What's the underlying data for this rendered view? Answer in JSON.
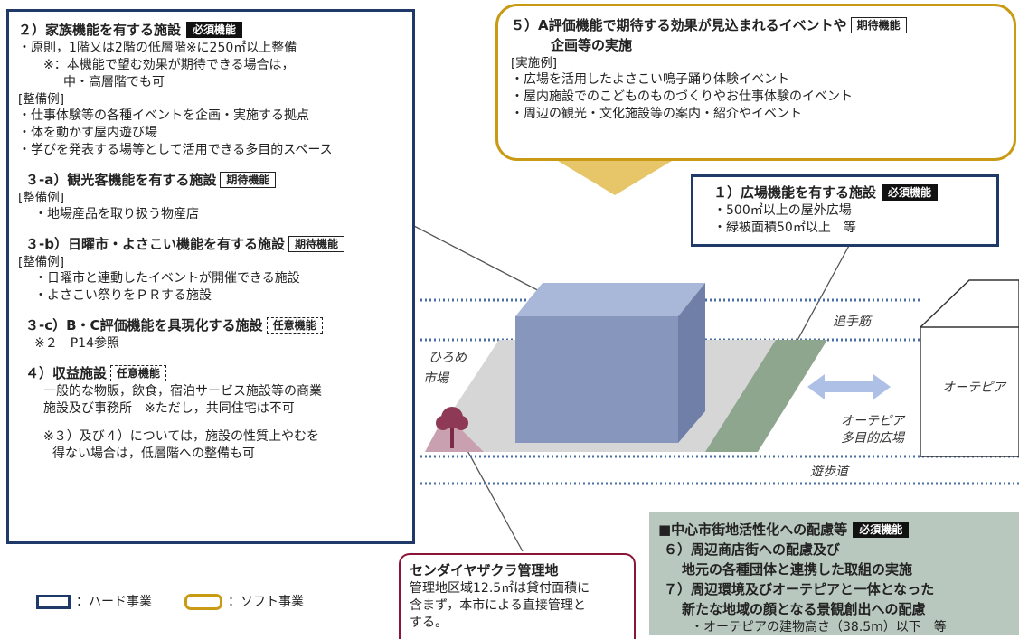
{
  "left_box": {
    "title": "２）家族機能を有する施設",
    "title_badge": "必須機能",
    "p1": "・原則，1階又は2階の低層階※に250㎡以上整備",
    "p2": "※：本機能で望む効果が期待できる場合は，",
    "p3": "中・高層階でも可",
    "ex_label": "[整備例]",
    "ex1": "・仕事体験等の各種イベントを企画・実施する拠点",
    "ex2": "・体を動かす屋内遊び場",
    "ex3": "・学びを発表する場等として活用できる多目的スペース",
    "s3a_title": "３-a）観光客機能を有する施設",
    "s3a_badge": "期待機能",
    "s3a_ex": "[整備例]",
    "s3a_1": "・地場産品を取り扱う物産店",
    "s3b_title": "３-b）日曜市・よさこい機能を有する施設",
    "s3b_badge": "期待機能",
    "s3b_ex": "[整備例]",
    "s3b_1": "・日曜市と連動したイベントが開催できる施設",
    "s3b_2": "・よさこい祭りをＰＲする施設",
    "s3c_title": "３-c）B・C評価機能を具現化する施設",
    "s3c_badge": "任意機能",
    "s3c_note": "※２　P14参照",
    "s4_title": "４）収益施設",
    "s4_badge": "任意機能",
    "s4_1": "一般的な物販，飲食，宿泊サービス施設等の商業",
    "s4_2": "施設及び事務所　※ただし，共同住宅は不可",
    "note1": "※３）及び４）については，施設の性質上やむを",
    "note2": "得ない場合は，低層階への整備も可"
  },
  "top_box": {
    "title1": "５）A評価機能で期待する効果が見込まれるイベントや",
    "badge": "期待機能",
    "title2": "企画等の実施",
    "ex_label": "[実施例]",
    "ex1": "・広場を活用したよさこい鳴子踊り体験イベント",
    "ex2": "・屋内施設でのこどものものづくりやお仕事体験のイベント",
    "ex3": "・周辺の観光・文化施設等の案内・紹介やイベント"
  },
  "plaza_box": {
    "title": "１）広場機能を有する施設",
    "badge": "必須機能",
    "l1": "・500㎡以上の屋外広場",
    "l2": "・緑被面積50㎡以上　等"
  },
  "center_box": {
    "title": "■中心市街地活性化への配慮等",
    "badge": "必須機能",
    "l1": "６）周辺商店街への配慮及び",
    "l2": "地元の各種団体と連携した取組の実施",
    "l3": "７）周辺環境及びオーテピアと一体となった",
    "l4": "新たな地域の顔となる景観創出への配慮",
    "l5": "・オーテピアの建物高さ（38.5m）以下　等"
  },
  "sakura_box": {
    "title": "センダイヤザクラ管理地",
    "l1": "管理地区域12.5㎡は貸付面積に",
    "l2": "含まず，本市による直接管理と",
    "l3": "する。"
  },
  "map_labels": {
    "hirome1": "ひろめ",
    "hirome2": "市場",
    "otesuji": "追手筋",
    "oteppia": "オーテピア",
    "plaza1": "オーテピア",
    "plaza2": "多目的広場",
    "yuhodo": "遊歩道"
  },
  "legend": {
    "hard": "：ハード事業",
    "soft": "：ソフト事業"
  },
  "colors": {
    "hard_border": "#1f3a68",
    "soft_border": "#c99a14",
    "sakura_border": "#8a1538",
    "green_area": "#8ea58e",
    "note_fill": "#b9c8be",
    "dotted_road": "#4a6fa5"
  }
}
